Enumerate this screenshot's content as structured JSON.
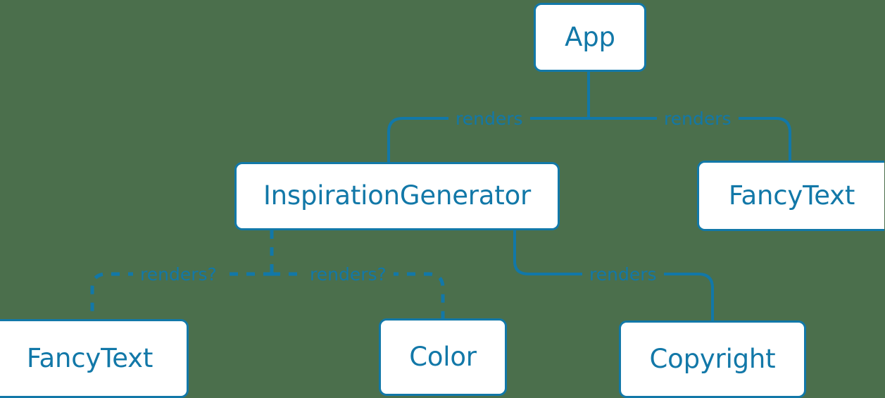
{
  "diagram": {
    "type": "component-tree",
    "background_color": "#4b6f4c",
    "accent_color": "#1278a8",
    "node_fill_color": "#ffffff",
    "nodes": [
      {
        "id": "app",
        "label": "App"
      },
      {
        "id": "ig",
        "label": "InspirationGenerator"
      },
      {
        "id": "fancy_r",
        "label": "FancyText"
      },
      {
        "id": "fancy_l",
        "label": "FancyText"
      },
      {
        "id": "color",
        "label": "Color"
      },
      {
        "id": "copyright",
        "label": "Copyright"
      }
    ],
    "edges": [
      {
        "id": "app_ig",
        "from": "app",
        "to": "ig",
        "label": "renders",
        "style": "solid"
      },
      {
        "id": "app_fancy",
        "from": "app",
        "to": "fancy_r",
        "label": "renders",
        "style": "solid"
      },
      {
        "id": "ig_fancy",
        "from": "ig",
        "to": "fancy_l",
        "label": "renders?",
        "style": "dashed"
      },
      {
        "id": "ig_color",
        "from": "ig",
        "to": "color",
        "label": "renders?",
        "style": "dashed"
      },
      {
        "id": "ig_copyright",
        "from": "ig",
        "to": "copyright",
        "label": "renders",
        "style": "solid"
      }
    ]
  }
}
